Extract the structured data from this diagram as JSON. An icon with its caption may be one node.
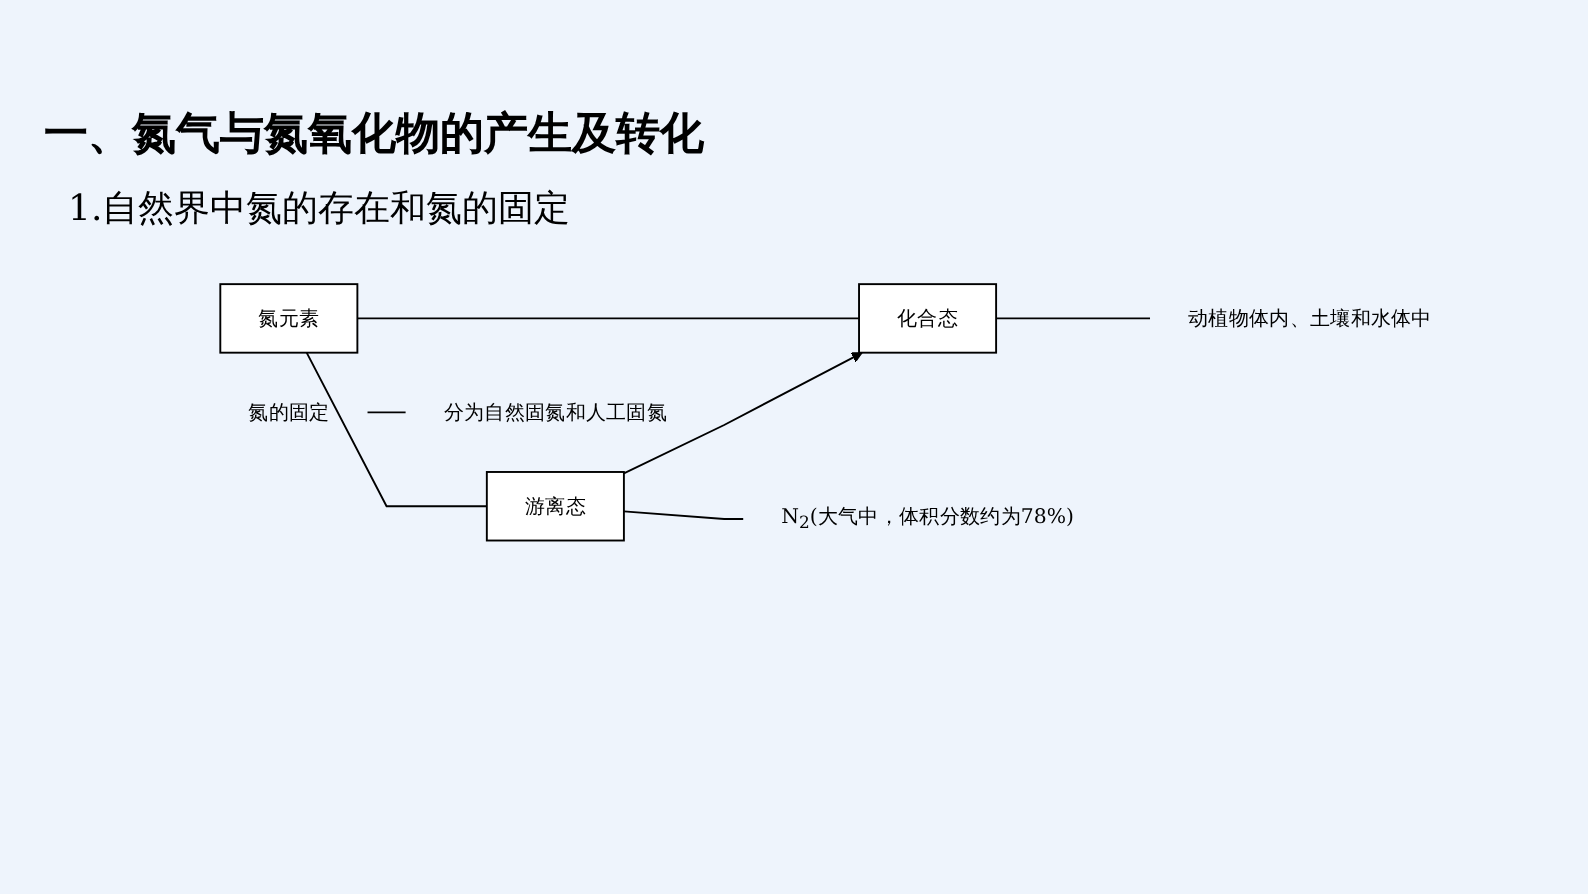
{
  "diagram": {
    "title": "一、氮气与氮氧化物的产生及转化",
    "nodes": [
      {
        "text": [
          "氮元素"
        ]
      },
      {
        "text": [
          "游离态"
        ]
      },
      {
        "text": [
          "化合态"
        ]
      },
      {
        "text": [
          "N$_{2}$(大气中，体积分数约为78%)"
        ]
      },
      {
        "text": [
          "氮的固定"
        ]
      },
      {
        "text": [
          "分为自然固氮和人工固氮"
        ]
      },
      {
        "text": [
          "动植物体内、土壤和水体中"
        ]
      }
    ],
    "edges": [
      {
        "from": 0,
        "to": 1,
        "arrow": "none"
      },
      {
        "from": 0,
        "to": 2,
        "arrow": "none"
      },
      {
        "from": 1,
        "to": 2,
        "arrow": "to"
      },
      {
        "from": 1,
        "to": 3,
        "arrow": "none"
      },
      {
        "from": 4,
        "to": 5,
        "arrow": "none"
      },
      {
        "from": 2,
        "to": 6,
        "arrow": "none"
      }
    ],
    "labels": [
      "1.自然界中氮的存在和氮的固定"
    ]
  }
}
